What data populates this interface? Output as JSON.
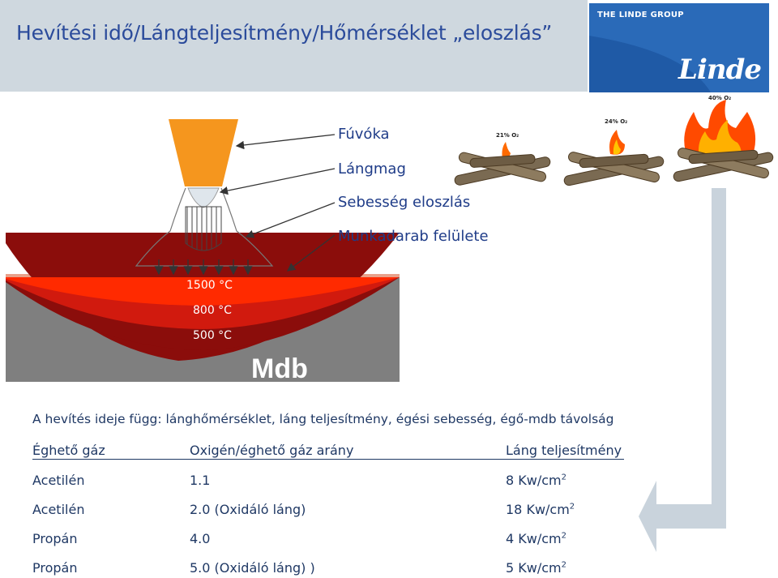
{
  "title": "Hevítési idő/Lángteljesítmény/Hőmérséklet „eloszlás”",
  "logo": {
    "tagline": "THE LINDE GROUP",
    "wordmark": "Linde"
  },
  "labels": {
    "nozzle": "Fúvóka",
    "flame_core": "Lángmag",
    "velocity": "Sebesség eloszlás",
    "surface": "Munkadarab felülete"
  },
  "zones": [
    "1500 °C",
    "800 °C",
    "500 °C"
  ],
  "workpiece": "Mdb",
  "fires": [
    {
      "o2": "21% O₂",
      "flame_scale": 0.3
    },
    {
      "o2": "24% O₂",
      "flame_scale": 0.55
    },
    {
      "o2": "40% O₂",
      "flame_scale": 1.0
    }
  ],
  "description": "A hevítés ideje függ: lánghőmérséklet, láng teljesítmény, égési sebesség, égő-mdb távolság",
  "table": {
    "headers": [
      "Éghető gáz",
      "Oxigén/éghető gáz arány",
      "Láng teljesítmény"
    ],
    "rows": [
      {
        "gas": "Acetilén",
        "ratio": "1.1",
        "power": "8 Kw/cm",
        "sup": "2"
      },
      {
        "gas": "Acetilén",
        "ratio": "2.0 (Oxidáló láng)",
        "power": "18 Kw/cm",
        "sup": "2"
      },
      {
        "gas": "Propán",
        "ratio": "4.0",
        "power": "4 Kw/cm",
        "sup": "2"
      },
      {
        "gas": "Propán",
        "ratio": "5.0 (Oxidáló láng) )",
        "power": "5 Kw/cm",
        "sup": "2"
      }
    ]
  },
  "colors": {
    "nozzle": "#f5961e",
    "zone_1500": "#ff2a00",
    "zone_800": "#d11a0e",
    "zone_500": "#8b0d0b",
    "workpiece": "#7f7f7f",
    "arrow": "#c9d3dc"
  }
}
